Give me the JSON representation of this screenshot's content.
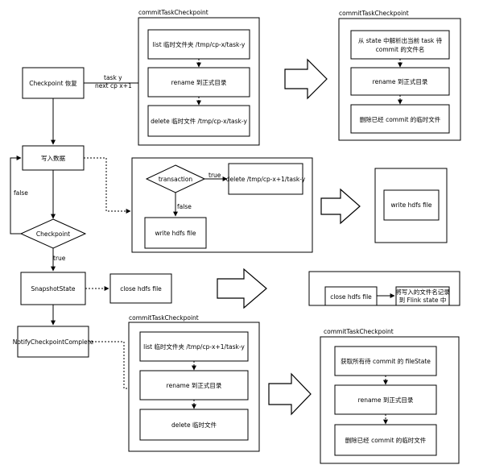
{
  "flow": {
    "recover": "Checkpoint 恢复",
    "recover_edge_line1": "task y",
    "recover_edge_line2": "next cp x+1",
    "write": "写入数据",
    "checkpoint": "Checkpoint",
    "false_label": "false",
    "true_label": "true",
    "snapshot": "SnapshotState",
    "notify": "NotifyCheckpointComplete"
  },
  "panel1": {
    "title": "commitTaskCheckpoint",
    "step1": "list 临时文件夹 /tmp/cp-x/task-y",
    "step2": "rename 到正式目录",
    "step3": "delete 临时文件 /tmp/cp-x/task-y"
  },
  "panel1_result": {
    "title": "commitTaskCheckpoint",
    "step1_line1": "从 state 中解析出当前 task 待",
    "step1_line2": "commit 的文件名",
    "step2": "rename 到正式目录",
    "step3": "删除已经 commit 的临时文件"
  },
  "panel2": {
    "decision": "transaction",
    "true_label": "true",
    "false_label": "false",
    "true_box": "delete /tmp/cp-x+1/task-y",
    "false_box": "write hdfs file"
  },
  "panel2_result": {
    "box": "write hdfs file"
  },
  "snapshot_action": {
    "box": "close hdfs file"
  },
  "panel3_result": {
    "box1": "close hdfs file",
    "box2_line1": "将写入的文件名记录",
    "box2_line2": "到 Flink state 中"
  },
  "panel4": {
    "title": "commitTaskCheckpoint",
    "step1": "list 临时文件夹 /tmp/cp-x+1/task-y",
    "step2": "rename 到正式目录",
    "step3": "delete 临时文件"
  },
  "panel4_result": {
    "title": "commitTaskCheckpoint",
    "step1": "获取所有待 commit 的 fileState",
    "step2": "rename 到正式目录",
    "step3": "删除已经 commit 的临时文件"
  }
}
